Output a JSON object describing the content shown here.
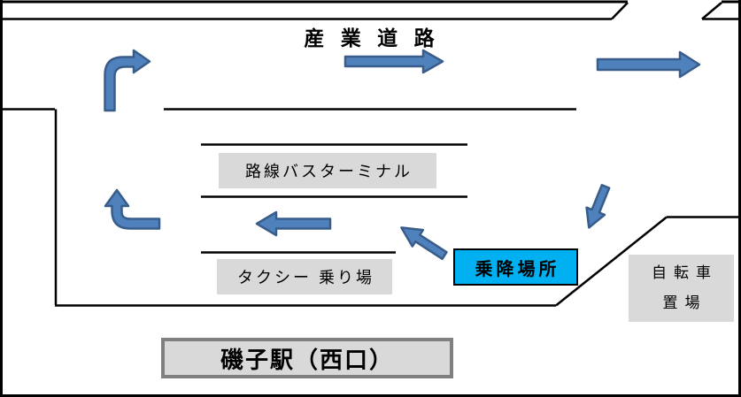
{
  "diagram": {
    "road_title": "産 業 道 路",
    "boxes": {
      "bus_terminal": "路線バスターミナル",
      "taxi_stand": "タクシー 乗り場",
      "boarding_point": "乗降場所",
      "bicycle_parking_line1": "自転車",
      "bicycle_parking_line2": "置場",
      "station": "磯子駅（西口）"
    },
    "colors": {
      "arrow_fill": "#4F81BD",
      "arrow_outline": "#385D8A",
      "boarding_highlight": "#00B0F0",
      "label_box_gray": "#D9D9D9",
      "station_border_gray": "#808080",
      "line_black": "#000000"
    }
  }
}
